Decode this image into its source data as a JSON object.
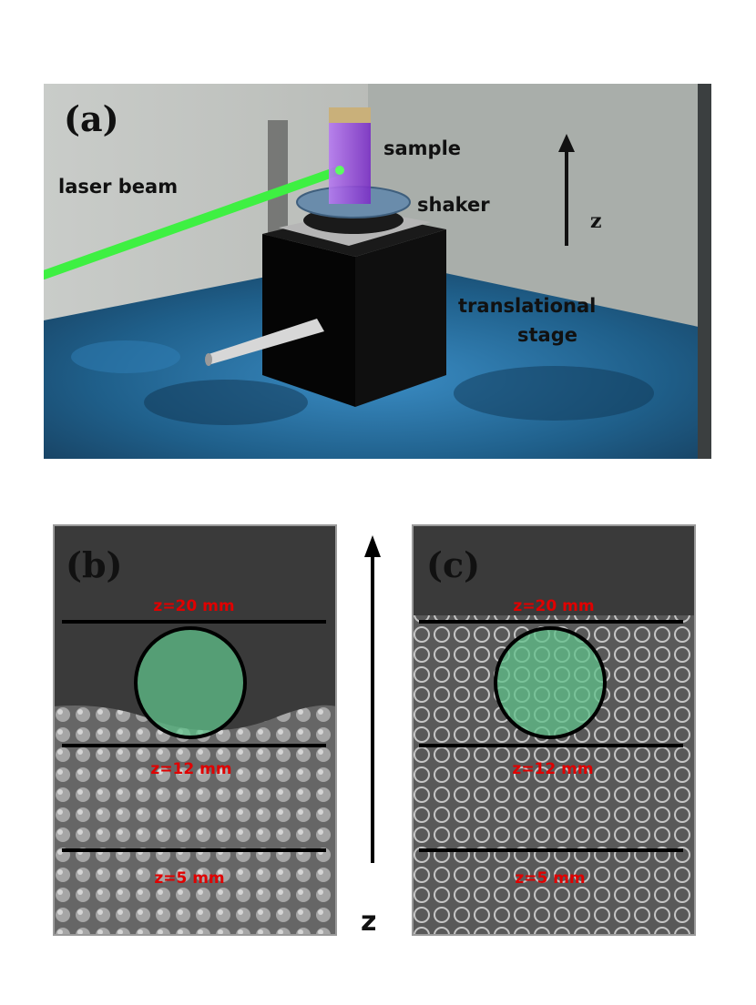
{
  "panel_a": {
    "label": "(a)",
    "labels": {
      "laser": "laser beam",
      "sample": "sample",
      "shaker": "shaker",
      "z": "z",
      "stage_line1": "translational",
      "stage_line2": "stage"
    },
    "colors": {
      "laser": "#3ef042",
      "sample": "#9b4de0",
      "floor": "#1f5f8a",
      "stage": "#0a0a0a"
    }
  },
  "panel_b": {
    "label": "(b)",
    "lines": [
      "z=20 mm",
      "z=12 mm",
      "z=5 mm"
    ],
    "colors": {
      "marker": "#e00000",
      "circle_fill": "#5fc08a"
    }
  },
  "panel_c": {
    "label": "(c)",
    "lines": [
      "z=20 mm",
      "z=12 mm",
      "z=5 mm"
    ],
    "colors": {
      "marker": "#e00000",
      "circle_fill": "#5fc08a"
    }
  },
  "axis": {
    "label": "z"
  }
}
